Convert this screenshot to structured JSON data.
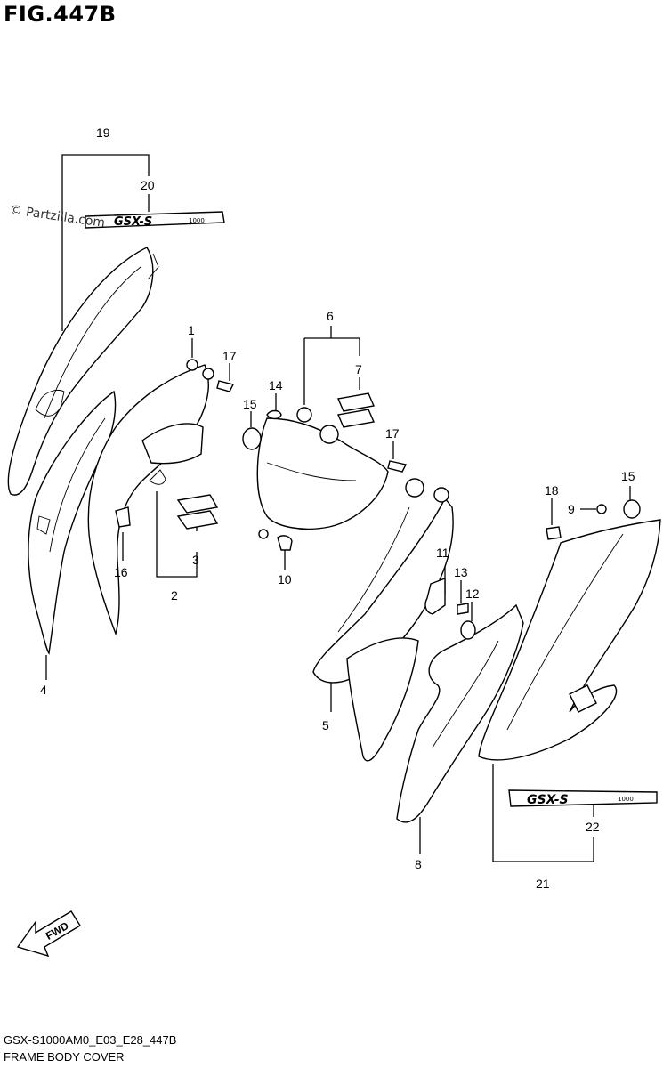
{
  "figure": {
    "title": "FIG.447B",
    "watermark": "© Partzilla.com",
    "footer_code": "GSX-S1000AM0_E03_E28_447B",
    "footer_name": "FRAME BODY COVER",
    "direction_label": "FWD"
  },
  "callouts": {
    "c1": "1",
    "c2": "2",
    "c3": "3",
    "c4": "4",
    "c5": "5",
    "c6": "6",
    "c7": "7",
    "c8": "8",
    "c9": "9",
    "c10": "10",
    "c11": "11",
    "c12": "12",
    "c13": "13",
    "c14": "14",
    "c15a": "15",
    "c15b": "15",
    "c16": "16",
    "c17a": "17",
    "c17b": "17",
    "c18": "18",
    "c19": "19",
    "c20": "20",
    "c21": "21",
    "c22": "22"
  },
  "emblems": {
    "gsx_left": "GSX-S",
    "gsx_left_sub": "1000",
    "gsx_right": "GSX-S",
    "gsx_right_sub": "1000"
  }
}
